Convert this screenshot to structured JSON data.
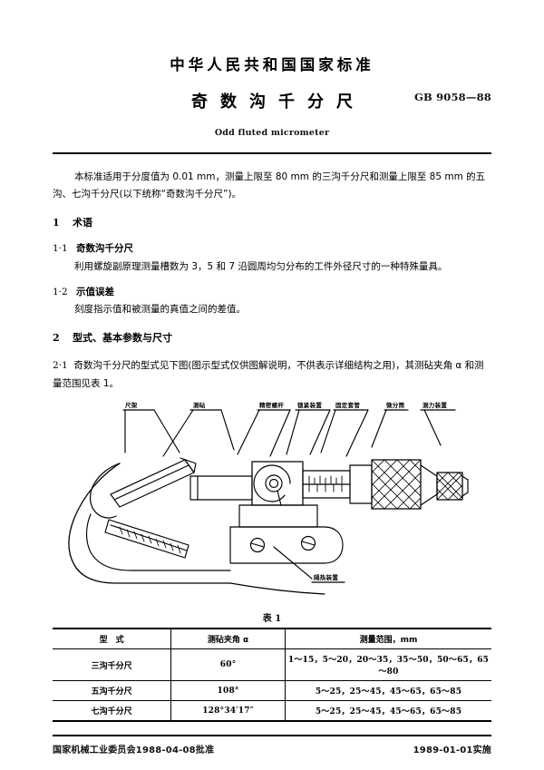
{
  "header": {
    "national": "中华人民共和国国家标准",
    "title": "奇数沟千分尺",
    "standard_code": "GB 9058—88",
    "english_title": "Odd fluted micrometer"
  },
  "body": {
    "scope": "本标准适用于分度值为 0.01 mm，测量上限至 80 mm 的三沟千分尺和测量上限至 85 mm 的五沟、七沟千分尺(以下统称“奇数沟千分尺”)。",
    "sec1_num": "1",
    "sec1_title": "术语",
    "sec1_1_num": "1·1",
    "sec1_1_title": "奇数沟千分尺",
    "sec1_1_body": "利用螺旋副原理测量槽数为 3，5 和 7 沿圆周均匀分布的工件外径尺寸的一种特殊量具。",
    "sec1_2_num": "1·2",
    "sec1_2_title": "示值误差",
    "sec1_2_body": "刻度指示值和被测量的真值之间的差值。",
    "sec2_num": "2",
    "sec2_title": "型式、基本参数与尺寸",
    "sec2_1_num": "2·1",
    "sec2_1_body": "奇数沟千分尺的型式见下图(图示型式仅供图解说明，不供表示详细结构之用)，其测砧夹角 α 和测量范围见表 1。"
  },
  "figure": {
    "labels": [
      {
        "text": "尺架"
      },
      {
        "text": "测砧"
      },
      {
        "text": "精密螺杆"
      },
      {
        "text": "锁紧装置"
      },
      {
        "text": "固定套管"
      },
      {
        "text": "微分筒"
      },
      {
        "text": "测力装置"
      },
      {
        "text": "隔热装置"
      }
    ]
  },
  "table": {
    "caption": "表 1",
    "headers": [
      "型　式",
      "测砧夹角 α",
      "测量范围，mm"
    ],
    "rows": [
      {
        "type": "三沟千分尺",
        "angle": "60°",
        "range": "1～15，5～20，20～35，35～50，50～65，65～80"
      },
      {
        "type": "五沟千分尺",
        "angle": "108°",
        "range": "5～25，25～45，45～65，65～85"
      },
      {
        "type": "七沟千分尺",
        "angle": "128°34′17″",
        "range": "5～25，25～45，45～65，65～85"
      }
    ]
  },
  "footer": {
    "approval": "国家机械工业委员会1988-04-08批准",
    "effective": "1989-01-01实施"
  }
}
